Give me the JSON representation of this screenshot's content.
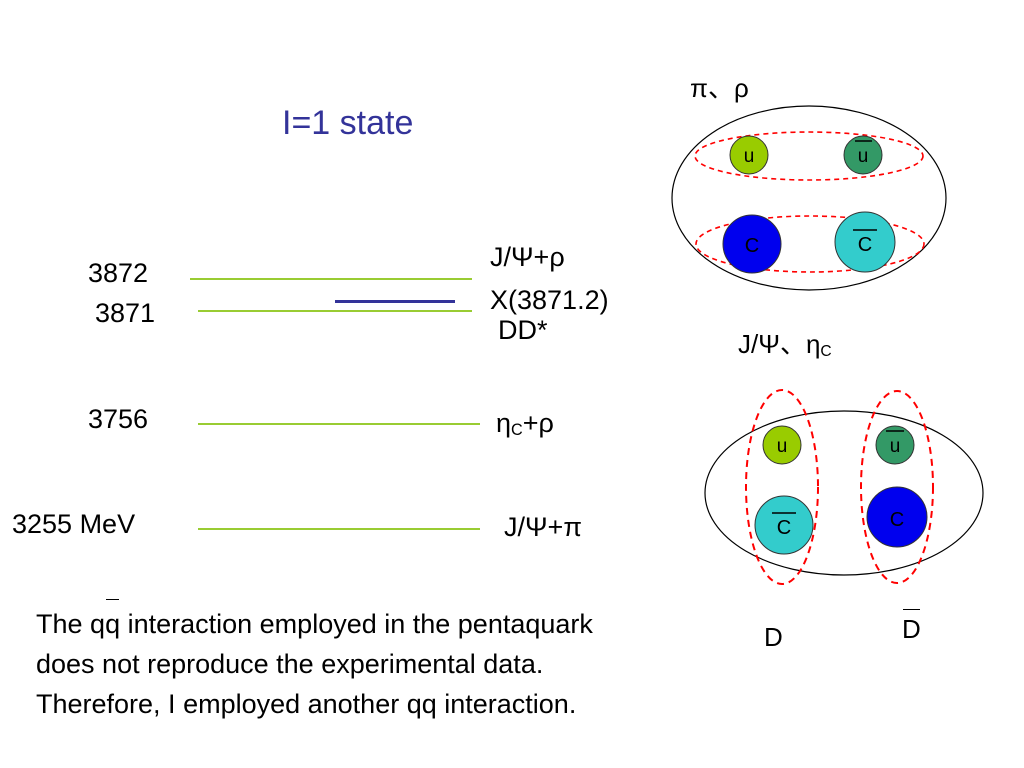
{
  "title": "I=1 state",
  "levels": [
    {
      "energy": "3872",
      "channel": "J/Ψ+ρ"
    },
    {
      "energy": "3871",
      "channel": "DD*"
    },
    {
      "energy": "3756",
      "channel_main": "η",
      "channel_sub": "C",
      "channel_rest": "+ρ"
    },
    {
      "energy": "3255 MeV",
      "channel": "J/Ψ+π"
    }
  ],
  "x_state": "X(3871.2)",
  "diagram_top": {
    "label": "π、ρ",
    "bottom_label_main": "J/Ψ、η",
    "bottom_label_sub": "C",
    "quarks": [
      {
        "label": "u",
        "color": "#99cc00"
      },
      {
        "label": "u",
        "color": "#339966",
        "bar": true
      },
      {
        "label": "C",
        "color": "#0000ee"
      },
      {
        "label": "C",
        "color": "#33cccc",
        "bar": true
      }
    ]
  },
  "diagram_bottom": {
    "label_left": "D",
    "label_right": "D",
    "quarks": [
      {
        "label": "u",
        "color": "#99cc00"
      },
      {
        "label": "u",
        "color": "#339966",
        "bar": true
      },
      {
        "label": "C",
        "color": "#33cccc",
        "bar": true
      },
      {
        "label": "C",
        "color": "#0000ee"
      }
    ]
  },
  "text": {
    "line1_a": "The ",
    "line1_q": "q",
    "line1_qbar": "q",
    "line1_b": " interaction employed in the pentaquark",
    "line2": "does not reproduce the experimental data.",
    "line3": "Therefore, I employed another qq interaction."
  },
  "colors": {
    "title": "#333399",
    "level": "#99cc33",
    "x_line": "#333399",
    "dashed": "#ff0000"
  }
}
